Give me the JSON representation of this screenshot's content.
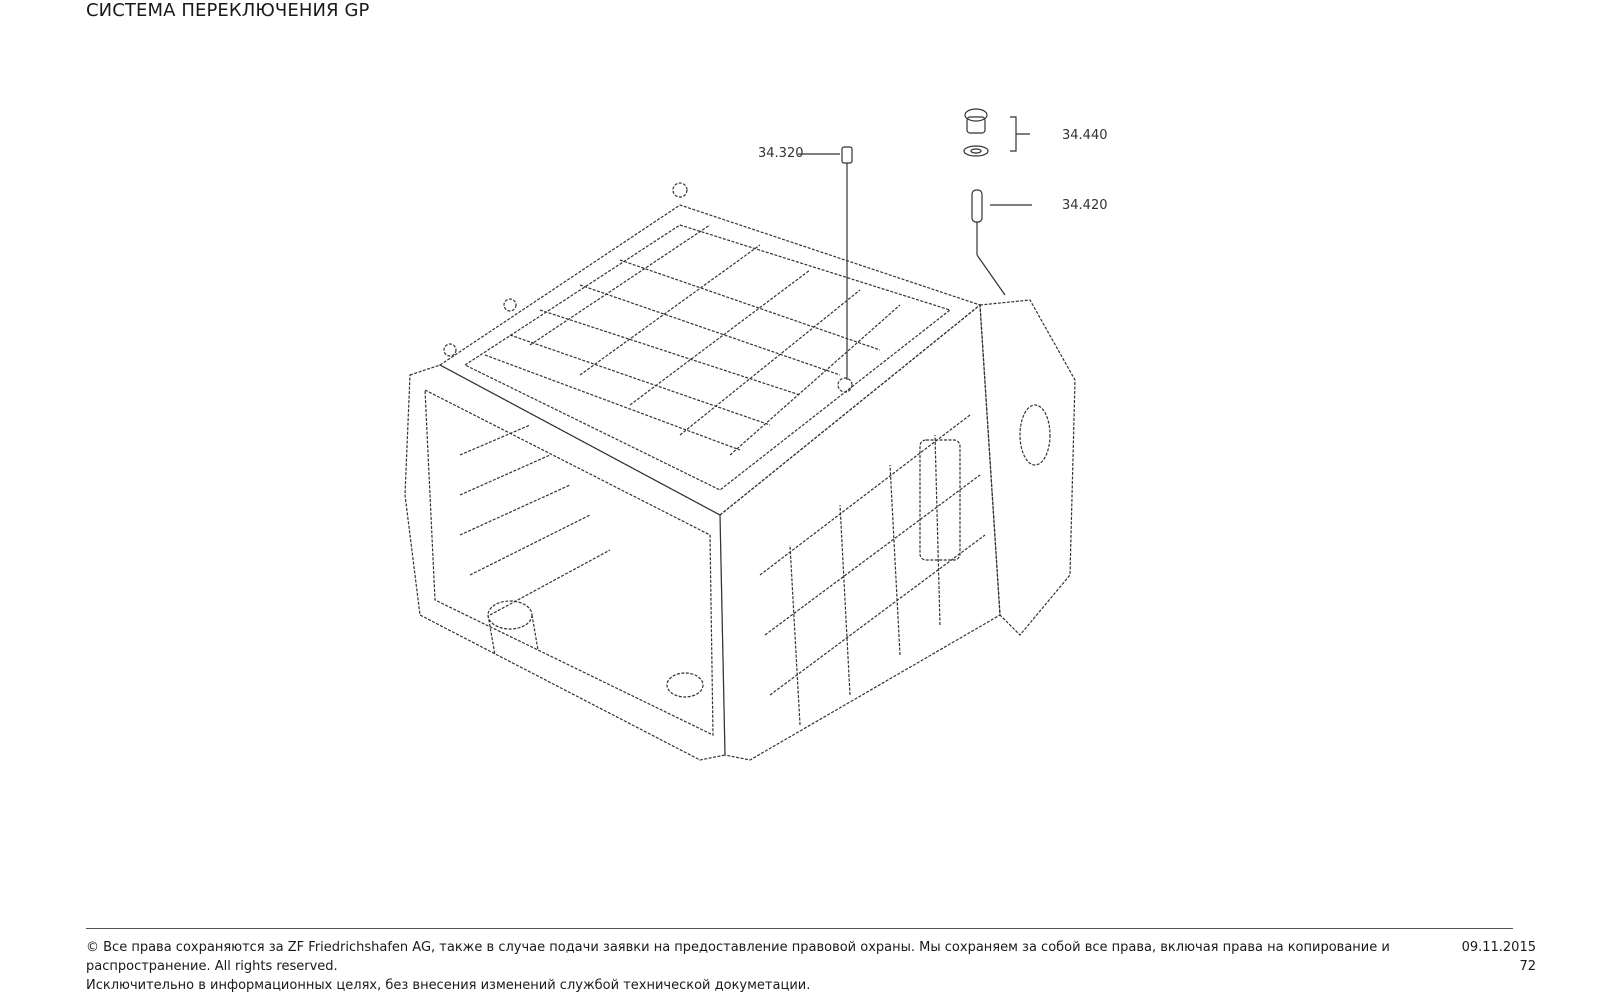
{
  "header": {
    "title": "СИСТЕМА ПЕРЕКЛЮЧЕНИЯ GP"
  },
  "diagram": {
    "callouts": {
      "c1": "34.320",
      "c2": "34.440",
      "c3": "34.420"
    }
  },
  "footer": {
    "copyright_line1": "© Все права сохраняются за ZF Friedrichshafen AG, также в случае подачи заявки на предоставление правовой охраны. Мы сохраняем за собой все права, включая права на копирование и распространение. All rights reserved.",
    "copyright_line2": "Исключительно в информационных целях, без внесения изменений службой технической докуметации.",
    "date": "09.11.2015",
    "page_number": "72"
  }
}
